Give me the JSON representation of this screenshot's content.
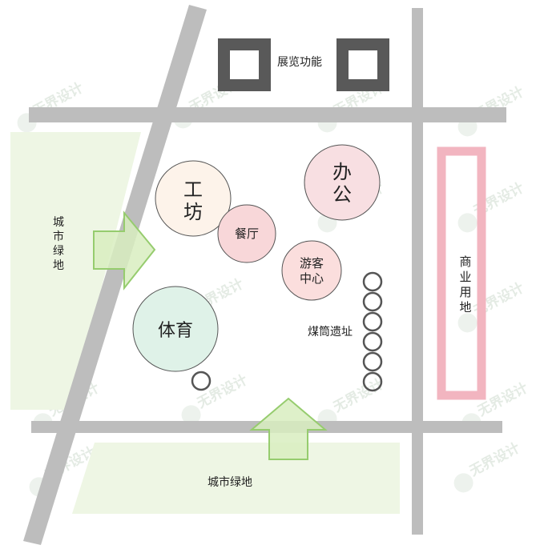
{
  "labels": {
    "exhibition": "展览功能",
    "workshop_1": "工",
    "workshop_2": "坊",
    "office_1": "办",
    "office_2": "公",
    "restaurant": "餐厅",
    "visitor_1": "游客",
    "visitor_2": "中心",
    "sports": "体育",
    "chimney": "煤筒遗址",
    "city_green_left_1": "城",
    "city_green_left_2": "市",
    "city_green_left_3": "绿",
    "city_green_left_4": "地",
    "city_green_bottom": "城市绿地",
    "commercial_1": "商",
    "commercial_2": "业",
    "commercial_3": "用",
    "commercial_4": "地",
    "watermark": "无界设计"
  },
  "colors": {
    "road": "#bdbdbd",
    "green_zone": "#eef6e4",
    "arrow_fill": "#d8edc0",
    "arrow_stroke": "#96cc6e",
    "exhibition_box": "#595959",
    "workshop": "#fdf3ea",
    "office": "#f8dfe2",
    "restaurant": "#f8d7d9",
    "visitor": "#fbdedd",
    "sports": "#dff2e8",
    "circle_stroke": "#555555",
    "commercial": "#f2b5c0"
  }
}
